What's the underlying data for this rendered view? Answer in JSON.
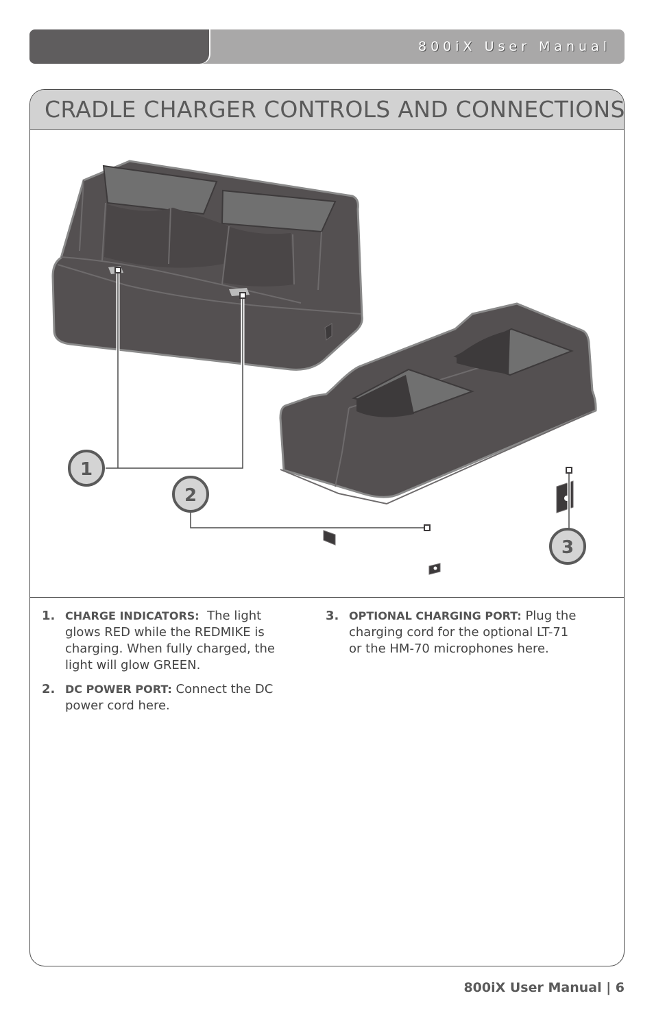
{
  "header": {
    "title": "800iX User Manual"
  },
  "panel": {
    "title": "CRADLE CHARGER CONTROLS AND CONNECTIONS"
  },
  "callouts": [
    "1",
    "2",
    "3"
  ],
  "items": [
    {
      "num": "1.",
      "label": "CHARGE INDICATORS:",
      "text": "The light glows RED while the REDMIKE is charging. When fully charged, the light will glow GREEN."
    },
    {
      "num": "2.",
      "label": "DC POWER PORT:",
      "text": "Connect the DC power cord here."
    },
    {
      "num": "3.",
      "label": "OPTIONAL CHARGING PORT:",
      "text": "Plug the charging cord for the optional LT-71 or the HM-70 microphones here."
    }
  ],
  "footer": {
    "text": "800iX User Manual | 6"
  },
  "colors": {
    "charger_body": "#545051",
    "charger_outline": "#8a8a8a",
    "header_bar": "#a9a8a8",
    "header_tab": "#5f5d5e",
    "title_band": "#d2d2d2"
  }
}
